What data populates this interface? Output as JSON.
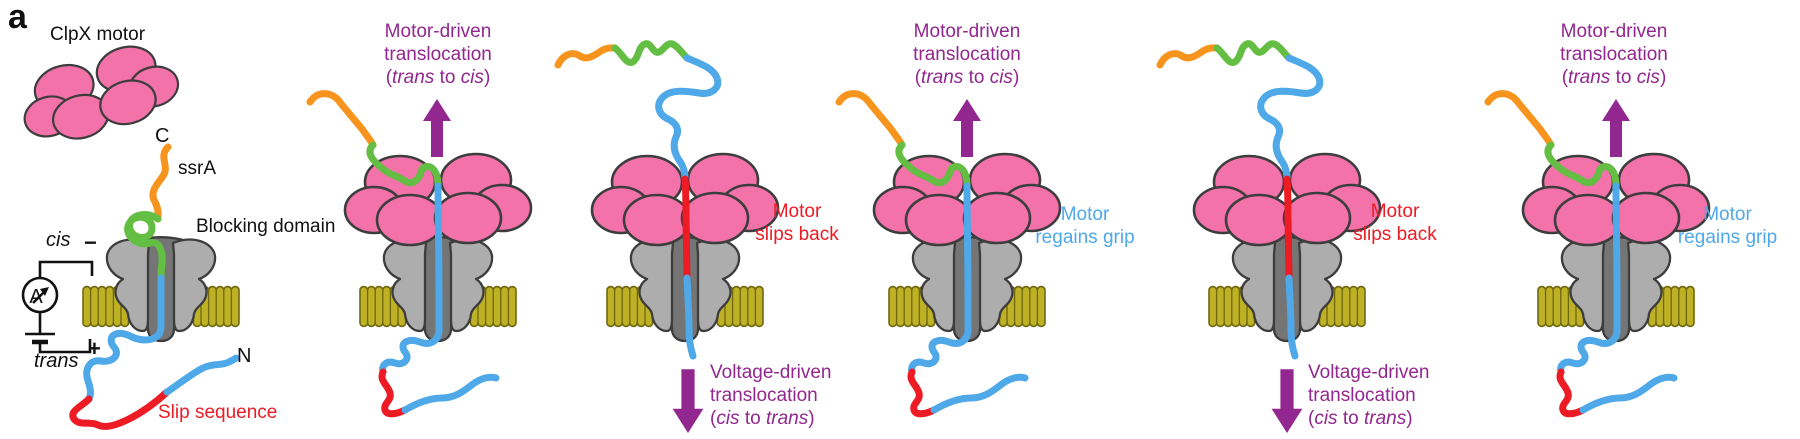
{
  "figure": {
    "label": "a"
  },
  "colors": {
    "background": "#ffffff",
    "motor-pink": "#F272A9",
    "outline-dark": "#3D3D3D",
    "membrane-olive": "#BFB125",
    "membrane-outline": "#6F680F",
    "pore-gray": "#ADADAD",
    "pore-dark": "#757575",
    "thread-blue": "#4FA8E8",
    "thread-green": "#65BE44",
    "thread-orange": "#F7941E",
    "thread-red": "#EC1B24",
    "text-purple": "#92278F",
    "text-red": "#EC1B24",
    "text-blue": "#4FA8E8",
    "text-black": "#111111",
    "wire-black": "#111111"
  },
  "legend": {
    "clpx_motor": "ClpX motor",
    "c_terminus": "C",
    "ssra": "ssrA",
    "blocking_domain": "Blocking domain",
    "cis": "cis",
    "minus": "−",
    "ammeter": "A",
    "trans": "trans",
    "plus": "+",
    "n_terminus": "N",
    "slip_sequence": "Slip sequence"
  },
  "captions": {
    "motor_driven": {
      "line1": "Motor-driven",
      "line2": "translocation",
      "open": "(",
      "italic1": "trans",
      "mid": " to ",
      "italic2": "cis",
      "close": ")"
    },
    "voltage_driven": {
      "line1": "Voltage-driven",
      "line2": "translocation",
      "open": "(",
      "italic1": "cis",
      "mid": " to ",
      "italic2": "trans",
      "close": ")"
    },
    "slips_back": {
      "line1": "Motor",
      "line2": "slips back"
    },
    "regains_grip": {
      "line1": "Motor",
      "line2": "regains grip"
    }
  },
  "panels": [
    {
      "index": 1,
      "captions": [
        "legend"
      ]
    },
    {
      "index": 2,
      "captions": [
        "motor_driven"
      ]
    },
    {
      "index": 3,
      "captions": [
        "slips_back",
        "voltage_driven"
      ]
    },
    {
      "index": 4,
      "captions": [
        "motor_driven",
        "regains_grip"
      ]
    },
    {
      "index": 5,
      "captions": [
        "slips_back",
        "voltage_driven"
      ]
    },
    {
      "index": 6,
      "captions": [
        "motor_driven",
        "regains_grip"
      ]
    }
  ]
}
